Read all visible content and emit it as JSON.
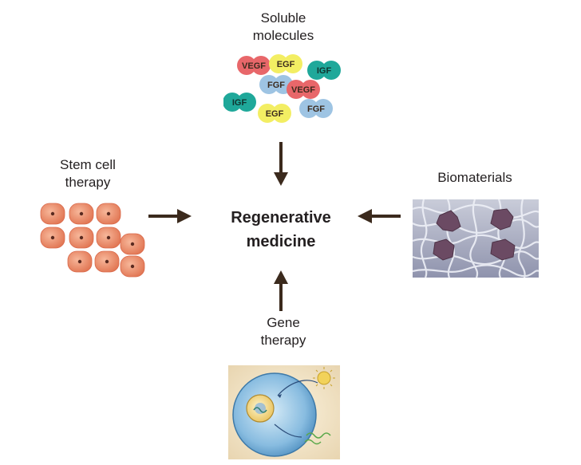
{
  "center": {
    "line1": "Regenerative",
    "line2": "medicine"
  },
  "top": {
    "line1": "Soluble",
    "line2": "molecules"
  },
  "left": {
    "line1": "Stem cell",
    "line2": "therapy"
  },
  "right": {
    "label": "Biomaterials"
  },
  "bottom": {
    "line1": "Gene",
    "line2": "therapy"
  },
  "molecules": [
    {
      "label": "VEGF",
      "kind": "VEGF"
    },
    {
      "label": "EGF",
      "kind": "EGF"
    },
    {
      "label": "IGF",
      "kind": "IGF"
    },
    {
      "label": "FGF",
      "kind": "FGF"
    },
    {
      "label": "VEGF",
      "kind": "VEGF"
    },
    {
      "label": "IGF",
      "kind": "IGF"
    },
    {
      "label": "EGF",
      "kind": "EGF"
    },
    {
      "label": "FGF",
      "kind": "FGF"
    }
  ],
  "colors": {
    "VEGF": "#e8676a",
    "EGF": "#f3ee63",
    "IGF": "#1fa89a",
    "FGF": "#9ec4e3",
    "arrow": "#3b2a1d",
    "stem_cell": "#ec8a6d"
  }
}
